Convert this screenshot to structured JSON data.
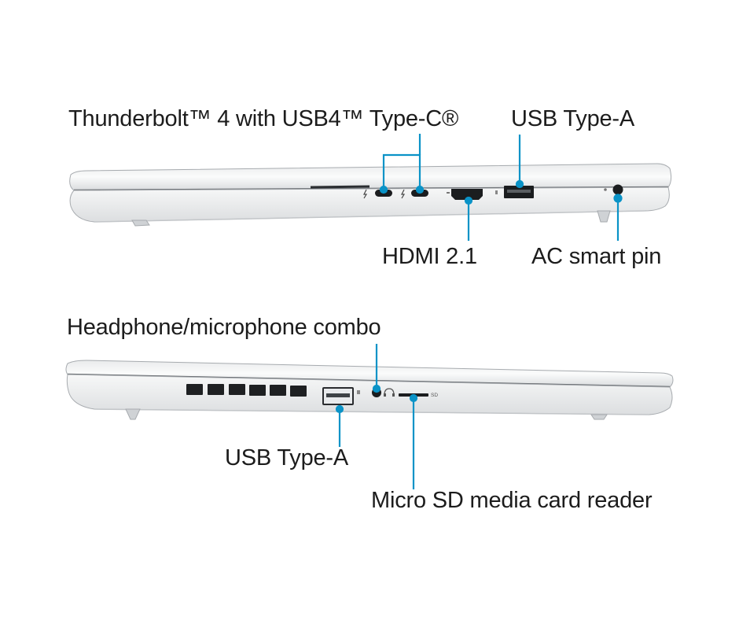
{
  "colors": {
    "callout": "#0a93c7",
    "chassis_light": "#f4f5f6",
    "chassis_mid": "#dfe1e3",
    "chassis_edge": "#9ea2a6",
    "port_dark": "#1a1a1a"
  },
  "top_view": {
    "labels": {
      "thunderbolt": "Thunderbolt™ 4 with USB4™ Type-C®",
      "usb_a": "USB Type-A",
      "hdmi": "HDMI 2.1",
      "ac_pin": "AC smart pin"
    },
    "port_glyphs": {
      "thunderbolt_icon": "⚡",
      "hdmi_icon": "HDMI",
      "usb_icon": "⇋"
    }
  },
  "bottom_view": {
    "labels": {
      "headphone": "Headphone/microphone combo",
      "usb_a": "USB Type-A",
      "microsd": "Micro SD media card reader"
    },
    "port_glyphs": {
      "sd_text": "SD",
      "headset_icon": "🎧"
    }
  }
}
